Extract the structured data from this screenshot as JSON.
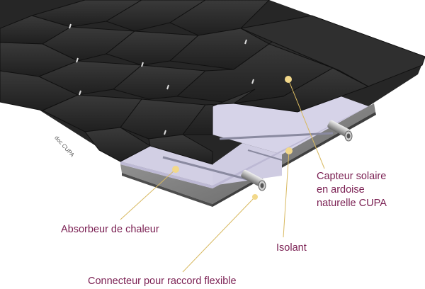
{
  "labels": {
    "capteur_line1": "Capteur solaire",
    "capteur_line2": "en ardoise",
    "capteur_line3": "naturelle CUPA",
    "absorbeur": "Absorbeur de chaleur",
    "isolant": "Isolant",
    "connecteur": "Connecteur pour raccord flexible"
  },
  "credit": "doc CUPA",
  "colors": {
    "label": "#7a1f52",
    "leader": "#d8b960",
    "slate": "#2b2b2b",
    "absorber": "#d2cfe4",
    "metal": "#8a8a8a"
  }
}
